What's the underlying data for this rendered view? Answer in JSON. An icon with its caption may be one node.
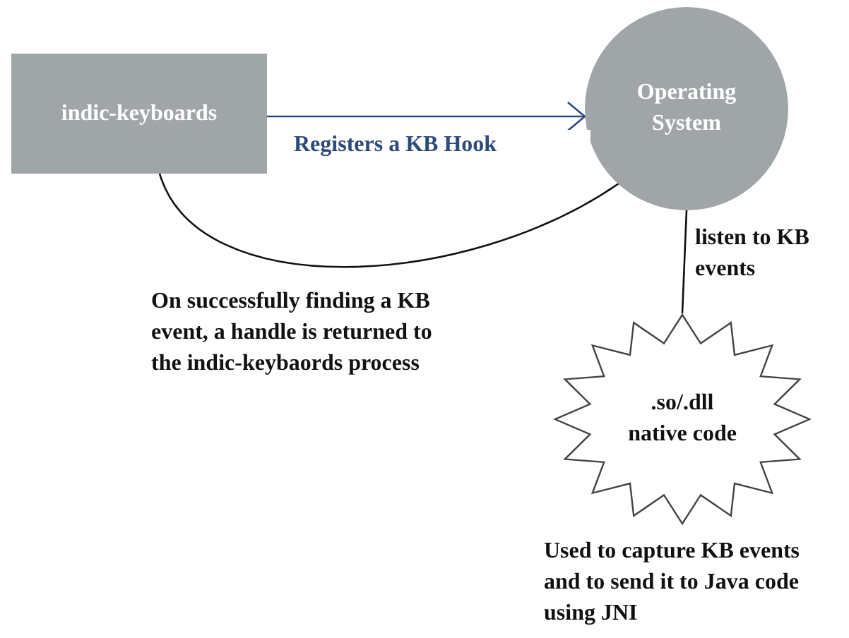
{
  "diagram": {
    "nodes": [
      {
        "text": [
          "indic-keyboards"
        ]
      },
      {
        "text": [
          "Operating System"
        ]
      },
      {
        "text": [
          ".so/.dll native code"
        ],
        "beside": [
          "Used to capture KB events and to send it to Java code using JNI"
        ]
      }
    ],
    "edges": [
      {
        "from": 0,
        "to": 1,
        "arrow": "to",
        "label": "Registers a KB Hook",
        "color": "#2c4a7c"
      },
      {
        "from": 1,
        "to": 2,
        "arrow": "none",
        "label": "listen to KB events"
      },
      {
        "from": 1,
        "to": 0,
        "arrow": "none",
        "label": "On successfully finding a KB event, a handle is returned to the indic-keybaords process"
      }
    ]
  }
}
